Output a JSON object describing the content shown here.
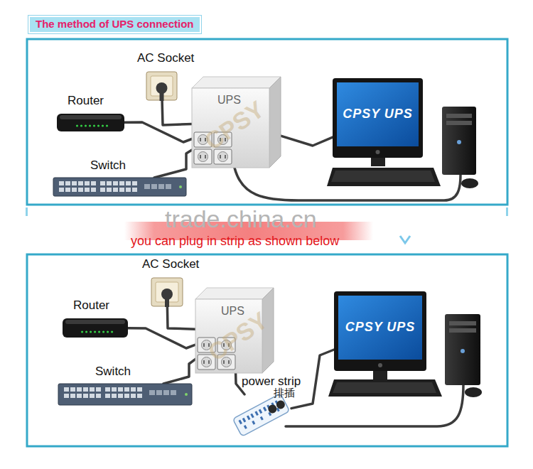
{
  "diagram": {
    "title": "The method of UPS connection",
    "nodes": [
      {
        "text": [
          "AC Socket"
        ]
      },
      {
        "text": [
          "UPS",
          "CPSY"
        ]
      },
      {
        "text": [
          "Router"
        ]
      },
      {
        "text": [
          "Switch"
        ]
      },
      {
        "text": [
          "CPSY UPS"
        ]
      },
      {
        "text": [
          "AC Socket"
        ]
      },
      {
        "text": [
          "UPS",
          "CPSY"
        ]
      },
      {
        "text": [
          "Router"
        ]
      },
      {
        "text": [
          "Switch"
        ]
      },
      {
        "text": [
          "power strip",
          "排插"
        ]
      },
      {
        "text": [
          "CPSY UPS"
        ]
      }
    ],
    "edges": [
      {
        "from": 0,
        "to": 1,
        "arrow": "none"
      },
      {
        "from": 1,
        "to": 2,
        "arrow": "none"
      },
      {
        "from": 1,
        "to": 3,
        "arrow": "none"
      },
      {
        "from": 1,
        "to": 4,
        "arrow": "none"
      },
      {
        "from": 5,
        "to": 6,
        "arrow": "none"
      },
      {
        "from": 6,
        "to": 7,
        "arrow": "none"
      },
      {
        "from": 6,
        "to": 8,
        "arrow": "none"
      },
      {
        "from": 6,
        "to": 9,
        "arrow": "none"
      },
      {
        "from": 9,
        "to": 10,
        "arrow": "none"
      }
    ],
    "labels": [
      "trade.china.cn",
      "you can plug in strip as shown below"
    ]
  }
}
